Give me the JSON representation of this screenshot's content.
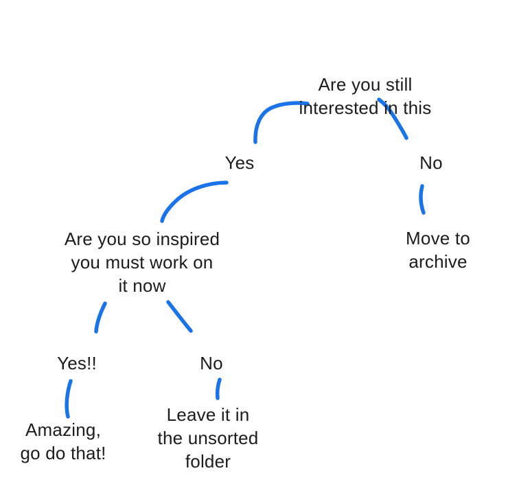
{
  "diagram": {
    "type": "hand-drawn decision tree flowchart",
    "background_color": "#ffffff",
    "stroke_color": "#1a73e8",
    "text_color": "#1c1c1c",
    "nodes": {
      "root_question": {
        "label": "Are you still interested in this"
      },
      "interested_yes": {
        "label": "Yes"
      },
      "interested_no": {
        "label": "No"
      },
      "inspired_question": {
        "label": "Are you so inspired\nyou must work on\nit now"
      },
      "archive_action": {
        "label": "Move to archive"
      },
      "inspired_yes": {
        "label": "Yes!!"
      },
      "inspired_no": {
        "label": "No"
      },
      "amazing_action": {
        "label": "Amazing,\ngo do that!"
      },
      "unsorted_action": {
        "label": "Leave it in\nthe unsorted\nfolder"
      }
    },
    "edges": [
      {
        "from": "root_question",
        "to": "interested_yes"
      },
      {
        "from": "root_question",
        "to": "interested_no"
      },
      {
        "from": "interested_yes",
        "to": "inspired_question"
      },
      {
        "from": "interested_no",
        "to": "archive_action"
      },
      {
        "from": "inspired_question",
        "to": "inspired_yes"
      },
      {
        "from": "inspired_question",
        "to": "inspired_no"
      },
      {
        "from": "inspired_yes",
        "to": "amazing_action"
      },
      {
        "from": "inspired_no",
        "to": "unsorted_action"
      }
    ]
  }
}
